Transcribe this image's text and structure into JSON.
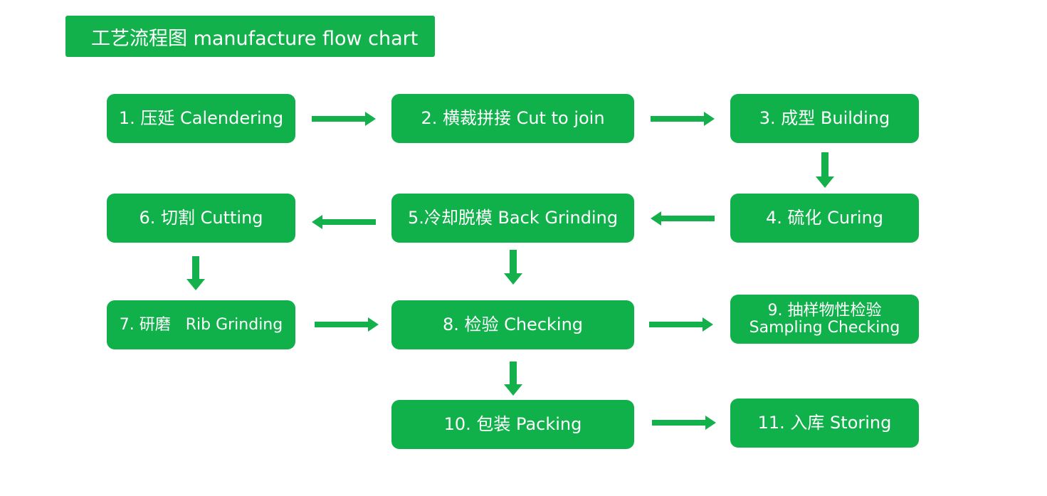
{
  "title": "工艺流程图 manufacture flow chart",
  "colors": {
    "primary": "#10b04b",
    "arrow": "#13b04b",
    "background": "#ffffff"
  },
  "steps": [
    {
      "label": "1. 压延 Calendering"
    },
    {
      "label": "2. 横裁拼接 Cut to join"
    },
    {
      "label": "3. 成型 Building"
    },
    {
      "label": "4. 硫化 Curing"
    },
    {
      "label": "5.冷却脱模 Back Grinding"
    },
    {
      "label": "6. 切割 Cutting"
    },
    {
      "label": "7. 研磨   Rib Grinding"
    },
    {
      "label": "8. 检验 Checking"
    },
    {
      "line1": "9. 抽样物性检验",
      "line2": "Sampling Checking"
    },
    {
      "label": "10. 包装 Packing"
    },
    {
      "label": "11. 入库 Storing"
    }
  ]
}
